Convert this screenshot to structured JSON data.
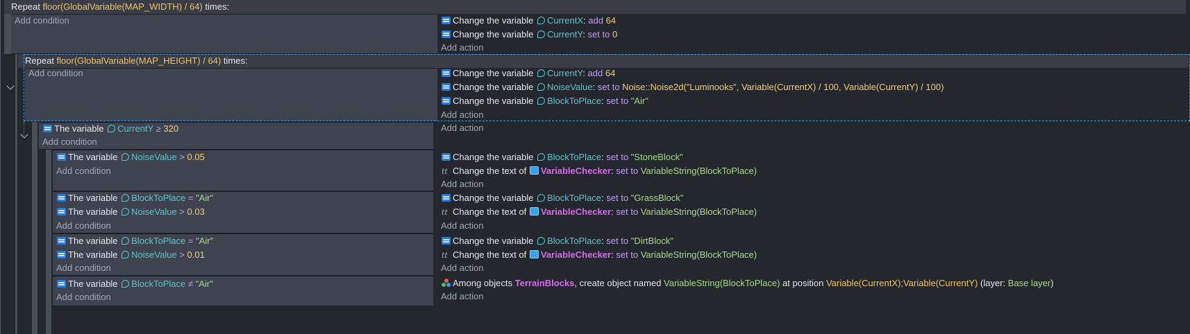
{
  "common": {
    "add_condition": "Add condition",
    "add_action": "Add action",
    "change_variable": "Change the variable",
    "change_text_of": "Change the text of",
    "the_variable": "The variable",
    "add": "add",
    "set_to": "set to",
    "times": "times:",
    "repeat": "Repeat"
  },
  "loop1": {
    "expression": "floor(GlobalVariable(MAP_WIDTH) / 64)",
    "actions": [
      {
        "var": "CurrentX",
        "op": "add",
        "value": "64"
      },
      {
        "var": "CurrentY",
        "op": "set to",
        "value": "0"
      }
    ]
  },
  "loop2": {
    "expression": "floor(GlobalVariable(MAP_HEIGHT) / 64)",
    "actions": [
      {
        "var": "CurrentY",
        "op": "add",
        "value": "64"
      },
      {
        "var": "NoiseValue",
        "op": "set to",
        "value": "Noise::Noise2d(\"Luminooks\", Variable(CurrentX) / 100, Variable(CurrentY) / 100)"
      },
      {
        "var": "BlockToPlace",
        "op": "set to",
        "value": "\"Air\""
      }
    ]
  },
  "event3": {
    "condition": {
      "var": "CurrentY",
      "op": "≥",
      "value": "320"
    }
  },
  "event4": {
    "conditions": [
      {
        "var": "NoiseValue",
        "op": ">",
        "value": "0.05"
      }
    ],
    "action_var": {
      "var": "BlockToPlace",
      "op": "set to",
      "value": "\"StoneBlock\""
    },
    "action_text": {
      "object": "VariableChecker",
      "op": "set to",
      "value": "VariableString(BlockToPlace)"
    }
  },
  "event5": {
    "conditions": [
      {
        "var": "BlockToPlace",
        "op": "=",
        "value": "\"Air\""
      },
      {
        "var": "NoiseValue",
        "op": ">",
        "value": "0.03"
      }
    ],
    "action_var": {
      "var": "BlockToPlace",
      "op": "set to",
      "value": "\"GrassBlock\""
    },
    "action_text": {
      "object": "VariableChecker",
      "op": "set to",
      "value": "VariableString(BlockToPlace)"
    }
  },
  "event6": {
    "conditions": [
      {
        "var": "BlockToPlace",
        "op": "=",
        "value": "\"Air\""
      },
      {
        "var": "NoiseValue",
        "op": ">",
        "value": "0.01"
      }
    ],
    "action_var": {
      "var": "BlockToPlace",
      "op": "set to",
      "value": "\"DirtBlock\""
    },
    "action_text": {
      "object": "VariableChecker",
      "op": "set to",
      "value": "VariableString(BlockToPlace)"
    }
  },
  "event7": {
    "condition": {
      "var": "BlockToPlace",
      "op": "≠",
      "value": "\"Air\""
    },
    "create": {
      "prefix": "Among objects",
      "group": "TerrainBlocks",
      "mid": ", create object named",
      "name_expr": "VariableString(BlockToPlace)",
      "at": "at position",
      "pos_expr": "Variable(CurrentX);Variable(CurrentY)",
      "layer_prefix": "(layer:",
      "layer": "Base layer",
      "layer_suffix": ")"
    }
  },
  "icons": {
    "variable": "variable-icon",
    "scene_variable": "scene-variable-icon",
    "text": "text-icon",
    "object": "text-object-icon",
    "create": "create-object-icon",
    "collapse": "chevron-down-icon"
  },
  "colors": {
    "background": "#25272e",
    "condition_panel": "#3f4350",
    "header_bar": "#3a3d48",
    "selection_border": "#4d9bd8",
    "keyword": "#c49aff",
    "variable": "#56c7d0",
    "number": "#f7cd6c",
    "string": "#a6da85",
    "object": "#d46ce8"
  }
}
